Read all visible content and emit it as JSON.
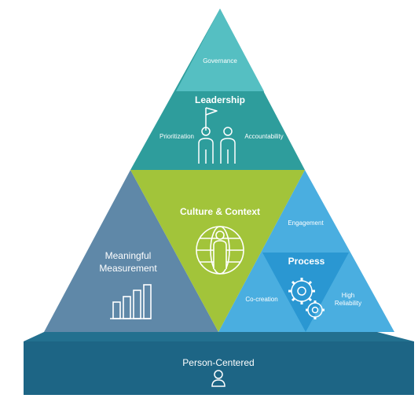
{
  "colors": {
    "leadership_dark": "#2e9d9c",
    "leadership_light": "#55bfc2",
    "culture": "#a2c43a",
    "measurement": "#5f88a8",
    "process_light": "#4aaee0",
    "process_dark": "#2a97d2",
    "base_top": "#23708f",
    "base_front": "#1d6585"
  },
  "diagram": {
    "top": {
      "title": "Leadership",
      "icon": "people-with-flag-icon",
      "sub_top": "Governance",
      "sub_left": "Prioritization",
      "sub_right": "Accountability"
    },
    "center": {
      "title": "Culture & Context",
      "icon": "globe-person-icon"
    },
    "left": {
      "title_line1": "Meaningful",
      "title_line2": "Measurement",
      "icon": "bar-chart-icon"
    },
    "right": {
      "title": "Process",
      "icon": "gears-icon",
      "sub_top": "Engagement",
      "sub_left": "Co-creation",
      "sub_right_line1": "High",
      "sub_right_line2": "Reliability"
    },
    "base": {
      "title": "Person-Centered",
      "icon": "person-icon"
    }
  }
}
